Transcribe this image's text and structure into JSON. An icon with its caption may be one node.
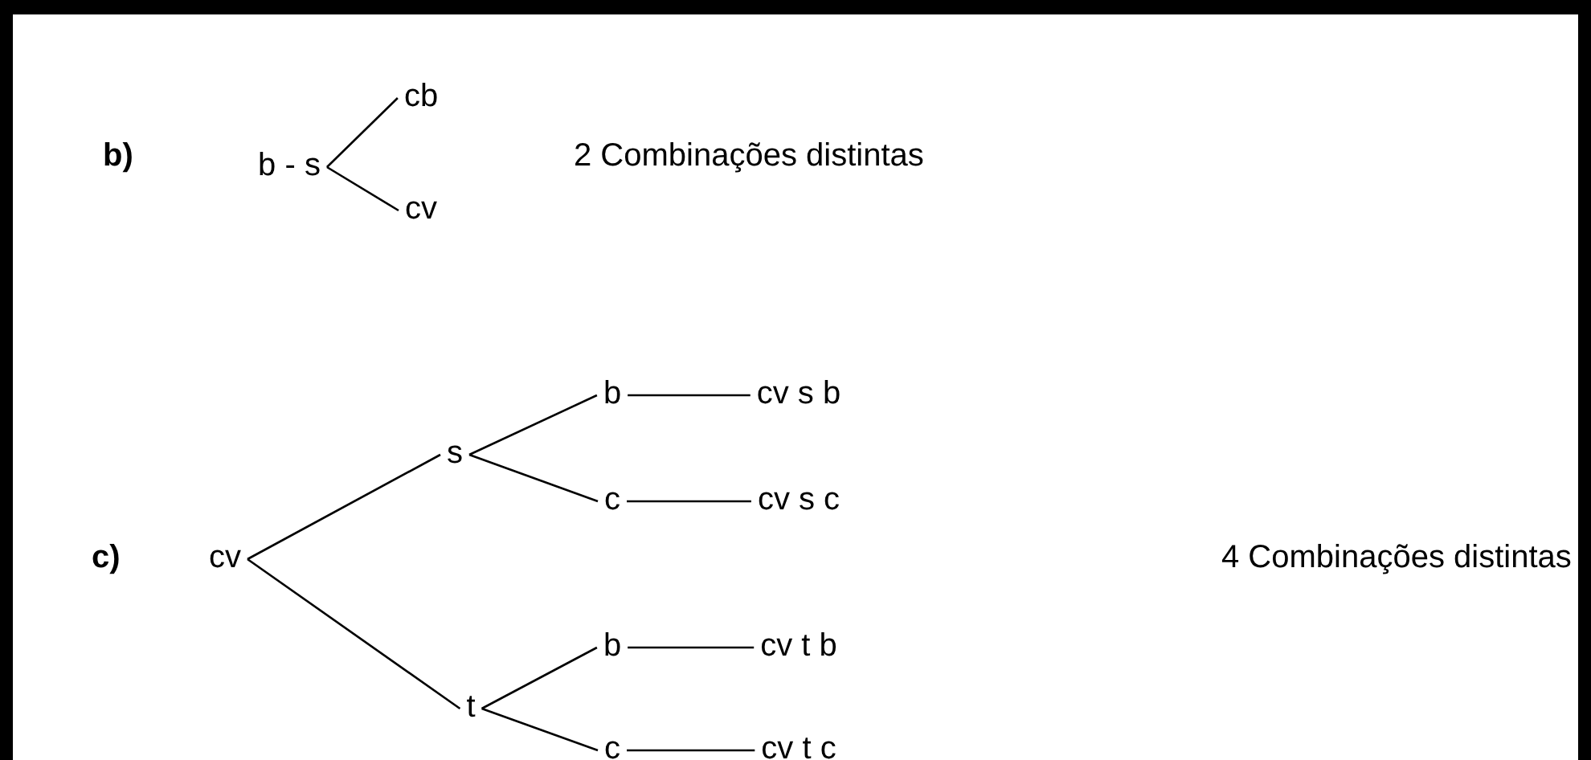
{
  "diagram": {
    "nodes": [
      {
        "text": [
          "b - s"
        ]
      },
      {
        "text": [
          "cb"
        ]
      },
      {
        "text": [
          "cv"
        ]
      },
      {
        "text": [
          "cv"
        ]
      },
      {
        "text": [
          "s"
        ]
      },
      {
        "text": [
          "b"
        ]
      },
      {
        "text": [
          "cv s b"
        ]
      },
      {
        "text": [
          "c"
        ]
      },
      {
        "text": [
          "cv s c"
        ]
      },
      {
        "text": [
          "t"
        ]
      },
      {
        "text": [
          "b"
        ]
      },
      {
        "text": [
          "cv t b"
        ]
      },
      {
        "text": [
          "c"
        ]
      },
      {
        "text": [
          "cv t c"
        ]
      }
    ],
    "edges": [
      {
        "from": 0,
        "to": 1,
        "arrow": "none"
      },
      {
        "from": 0,
        "to": 2,
        "arrow": "none"
      },
      {
        "from": 3,
        "to": 4,
        "arrow": "none"
      },
      {
        "from": 3,
        "to": 9,
        "arrow": "none"
      },
      {
        "from": 4,
        "to": 5,
        "arrow": "none"
      },
      {
        "from": 4,
        "to": 7,
        "arrow": "none"
      },
      {
        "from": 5,
        "to": 6,
        "arrow": "none"
      },
      {
        "from": 7,
        "to": 8,
        "arrow": "none"
      },
      {
        "from": 9,
        "to": 10,
        "arrow": "none"
      },
      {
        "from": 9,
        "to": 12,
        "arrow": "none"
      },
      {
        "from": 10,
        "to": 11,
        "arrow": "none"
      },
      {
        "from": 12,
        "to": 13,
        "arrow": "none"
      }
    ],
    "labels": [
      "b)",
      "2 Combinações distintas",
      "c)",
      "4 Combinações distintas"
    ]
  }
}
